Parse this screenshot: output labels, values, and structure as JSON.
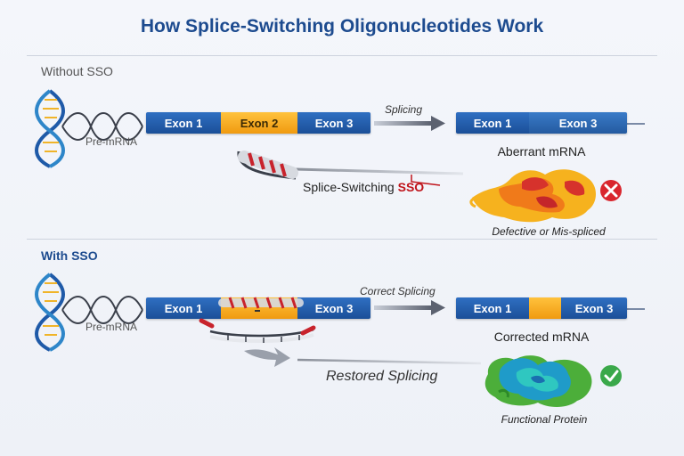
{
  "title": "How Splice-Switching Oligonucleotides Work",
  "without_section": {
    "label": "Without SSO",
    "pre_mrna_label": "Pre-mRNA",
    "exons": [
      "Exon 1",
      "Exon 2",
      "Exon 3"
    ],
    "arrow_label": "Splicing",
    "result_exons": [
      "Exon 1",
      "Exon 3"
    ],
    "result_label": "Aberrant mRNA",
    "sso_label_prefix": "Splice-Switching ",
    "sso_label_suffix": "SSO",
    "outcome_label": "Defective or Mis-spliced"
  },
  "with_section": {
    "label": "With SSO",
    "pre_mrna_label": "Pre-mRNA",
    "exons": [
      "Exon 1",
      "Exon 3"
    ],
    "arrow_label": "Correct Splicing",
    "result_exons": [
      "Exon 1",
      "Exon 3"
    ],
    "result_label": "Corrected mRNA",
    "restored_label": "Restored Splicing",
    "outcome_label": "Functional Protein"
  },
  "colors": {
    "exon_blue": "#1f5aa8",
    "exon_yellow": "#f5a623",
    "title": "#1d4b8f",
    "error_red": "#d9262e",
    "success_green": "#3aa84a"
  },
  "icons": [
    "dna-helix-icon",
    "sso-strand-icon",
    "misfolded-protein-icon",
    "error-x-icon",
    "functional-protein-icon",
    "checkmark-icon"
  ]
}
